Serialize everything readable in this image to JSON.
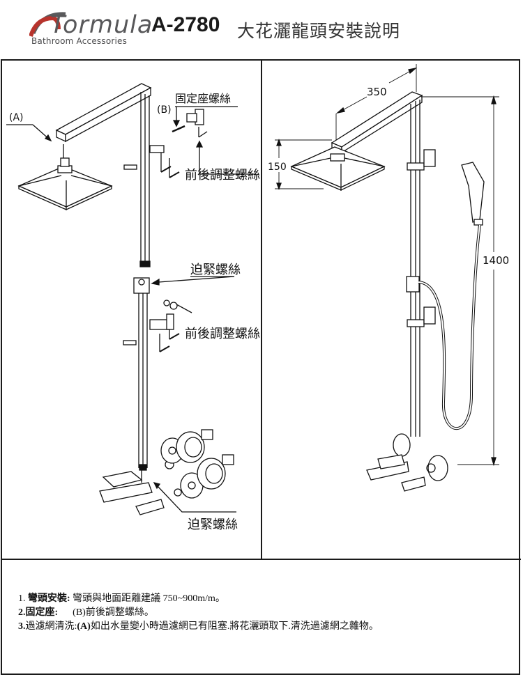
{
  "header": {
    "brand": "Tormula",
    "brand_tagline": "Bathroom Accessories",
    "model": "A-2780",
    "title": "大花灑龍頭安裝說明",
    "brand_colors": {
      "arc_red": "#b8342d",
      "arc_gray": "#5a5a5c",
      "text_gray": "#58585a"
    }
  },
  "left_diagram": {
    "callouts": {
      "a": "(A)",
      "b": "(B)",
      "fixing_seat_screw": "固定座螺絲",
      "adjust_screw_top": "前後調整螺絲",
      "tighten_screw_mid": "迫緊螺絲",
      "adjust_screw_mid": "前後調整螺絲",
      "tighten_screw_bottom": "迫緊螺絲"
    }
  },
  "right_diagram": {
    "dimensions": {
      "arm_length": "350",
      "head_height": "150",
      "total_height": "1400"
    }
  },
  "notes": [
    {
      "num": "1.",
      "key": "彎頭安裝:",
      "text": " 彎頭與地面距離建議 750~900m/m。"
    },
    {
      "num": "2.",
      "key": "固定座:",
      "text": "      (B)前後調整螺絲。"
    },
    {
      "num": "3.",
      "key": "過濾網清洗:",
      "key_bold": "(A)",
      "text": "如出水量變小時過濾網已有阻塞.將花灑頭取下.清洗過濾網之雜物。"
    }
  ]
}
